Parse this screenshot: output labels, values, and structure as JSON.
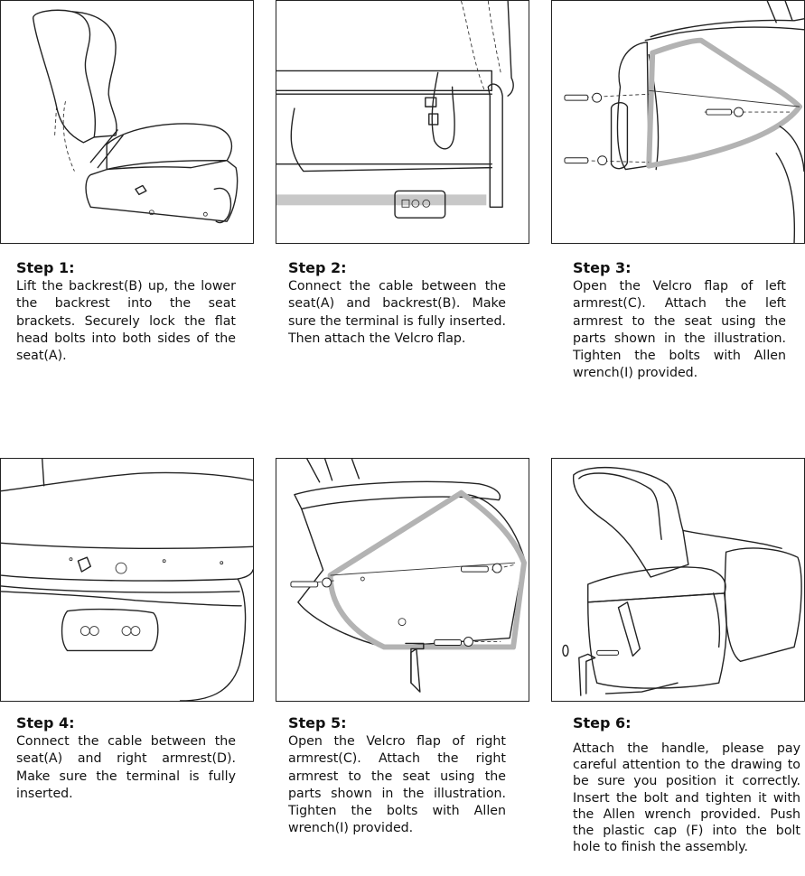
{
  "steps": [
    {
      "title": "Step 1:",
      "text": "Lift the backrest(B) up, the lower the backrest into the seat brackets. Securely lock the flat head bolts into both sides of the seat(A)."
    },
    {
      "title": "Step 2:",
      "text": "Connect the cable between the seat(A) and backrest(B). Make sure the terminal is fully inserted. Then attach the Velcro flap."
    },
    {
      "title": "Step 3:",
      "text": "Open the Velcro flap of left armrest(C). Attach the left armrest to the seat using the parts shown in the illustration. Tighten the bolts with Allen wrench(I) provided."
    },
    {
      "title": "Step 4:",
      "text": "Connect the cable between the seat(A) and right armrest(D). Make sure the terminal is fully inserted."
    },
    {
      "title": "Step 5:",
      "text": "Open the Velcro flap of right armrest(C). Attach the right armrest to the seat using the parts shown in the illustration. Tighten the bolts with Allen wrench(I) provided."
    },
    {
      "title": "Step 6:",
      "text": "Attach the handle, please pay careful attention to the drawing to be sure you position it correctly. Insert the bolt and tighten it with the Allen wrench provided. Push the plastic cap (F) into the bolt hole to finish the assembly."
    }
  ]
}
